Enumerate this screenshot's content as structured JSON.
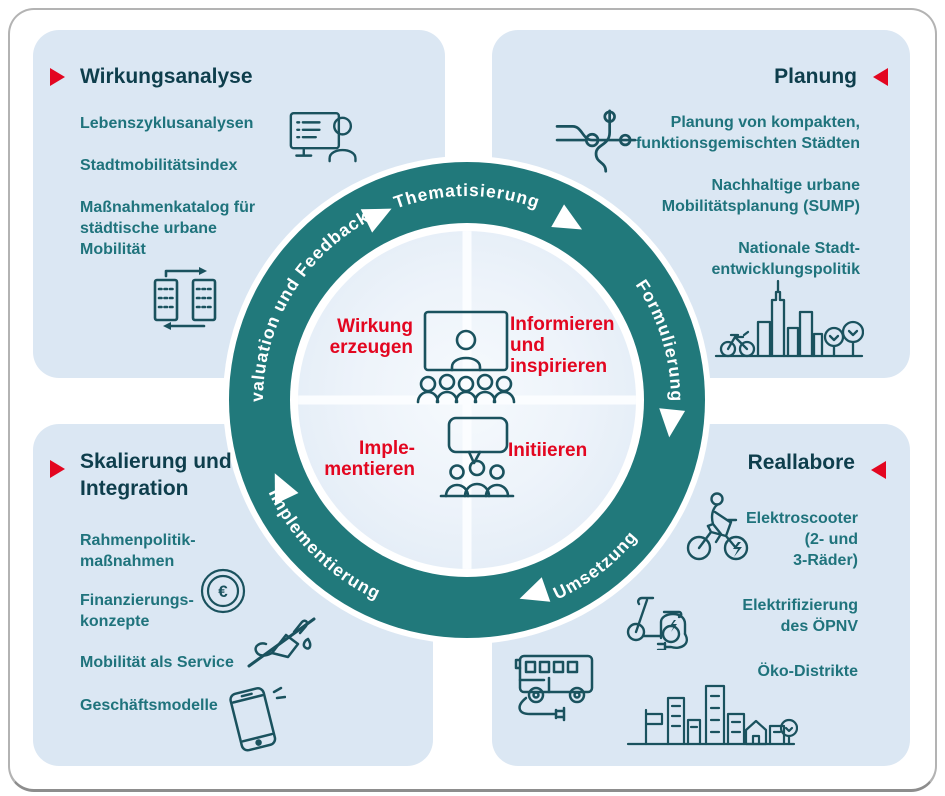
{
  "colors": {
    "ring_teal": "#21797b",
    "accent_red": "#e30620",
    "card_blue": "#dbe7f3",
    "heading": "#0e3e4c",
    "item_teal": "#1f737c",
    "icon_stroke": "#1a525e",
    "inner_circle": "#e9f1f8"
  },
  "quadrants": [
    {
      "title": "Wirkungsanalyse",
      "items": [
        "Lebenszyklusanalysen",
        "Stadtmobilitätsindex",
        "Maßnahmenkatalog für\nstädtische urbane\nMobilität"
      ]
    },
    {
      "title": "Planung",
      "items": [
        "Planung von kompakten,\nfunktionsgemischten Städten",
        "Nachhaltige urbane\nMobilitätsplanung (SUMP)",
        "Nationale Stadt-\nentwicklungspolitik"
      ]
    },
    {
      "title": "Skalierung und\nIntegration",
      "items": [
        "Rahmenpolitik-\nmaßnahmen",
        "Finanzierungs-\nkonzepte",
        "Mobilität als Service",
        "Geschäftsmodelle"
      ]
    },
    {
      "title": "Reallabore",
      "items": [
        "Elektroscooter\n(2- und\n3-Räder)",
        "Elektrifizierung\ndes ÖPNV",
        "Öko-Distrikte"
      ]
    }
  ],
  "ring": {
    "labels": {
      "left": "Evaluation und Feedback",
      "top": "Thematisierung",
      "right": "Formulierung",
      "bottom_right": "Umsetzung",
      "bottom_left": "Implementierung"
    }
  },
  "center": {
    "top_left": "Wirkung\nerzeugen",
    "top_right": "Informieren\nund\ninspirieren",
    "bottom_left": "Imple-\nmentieren",
    "bottom_right": "Initiieren"
  },
  "symbols": {
    "euro": "€"
  }
}
